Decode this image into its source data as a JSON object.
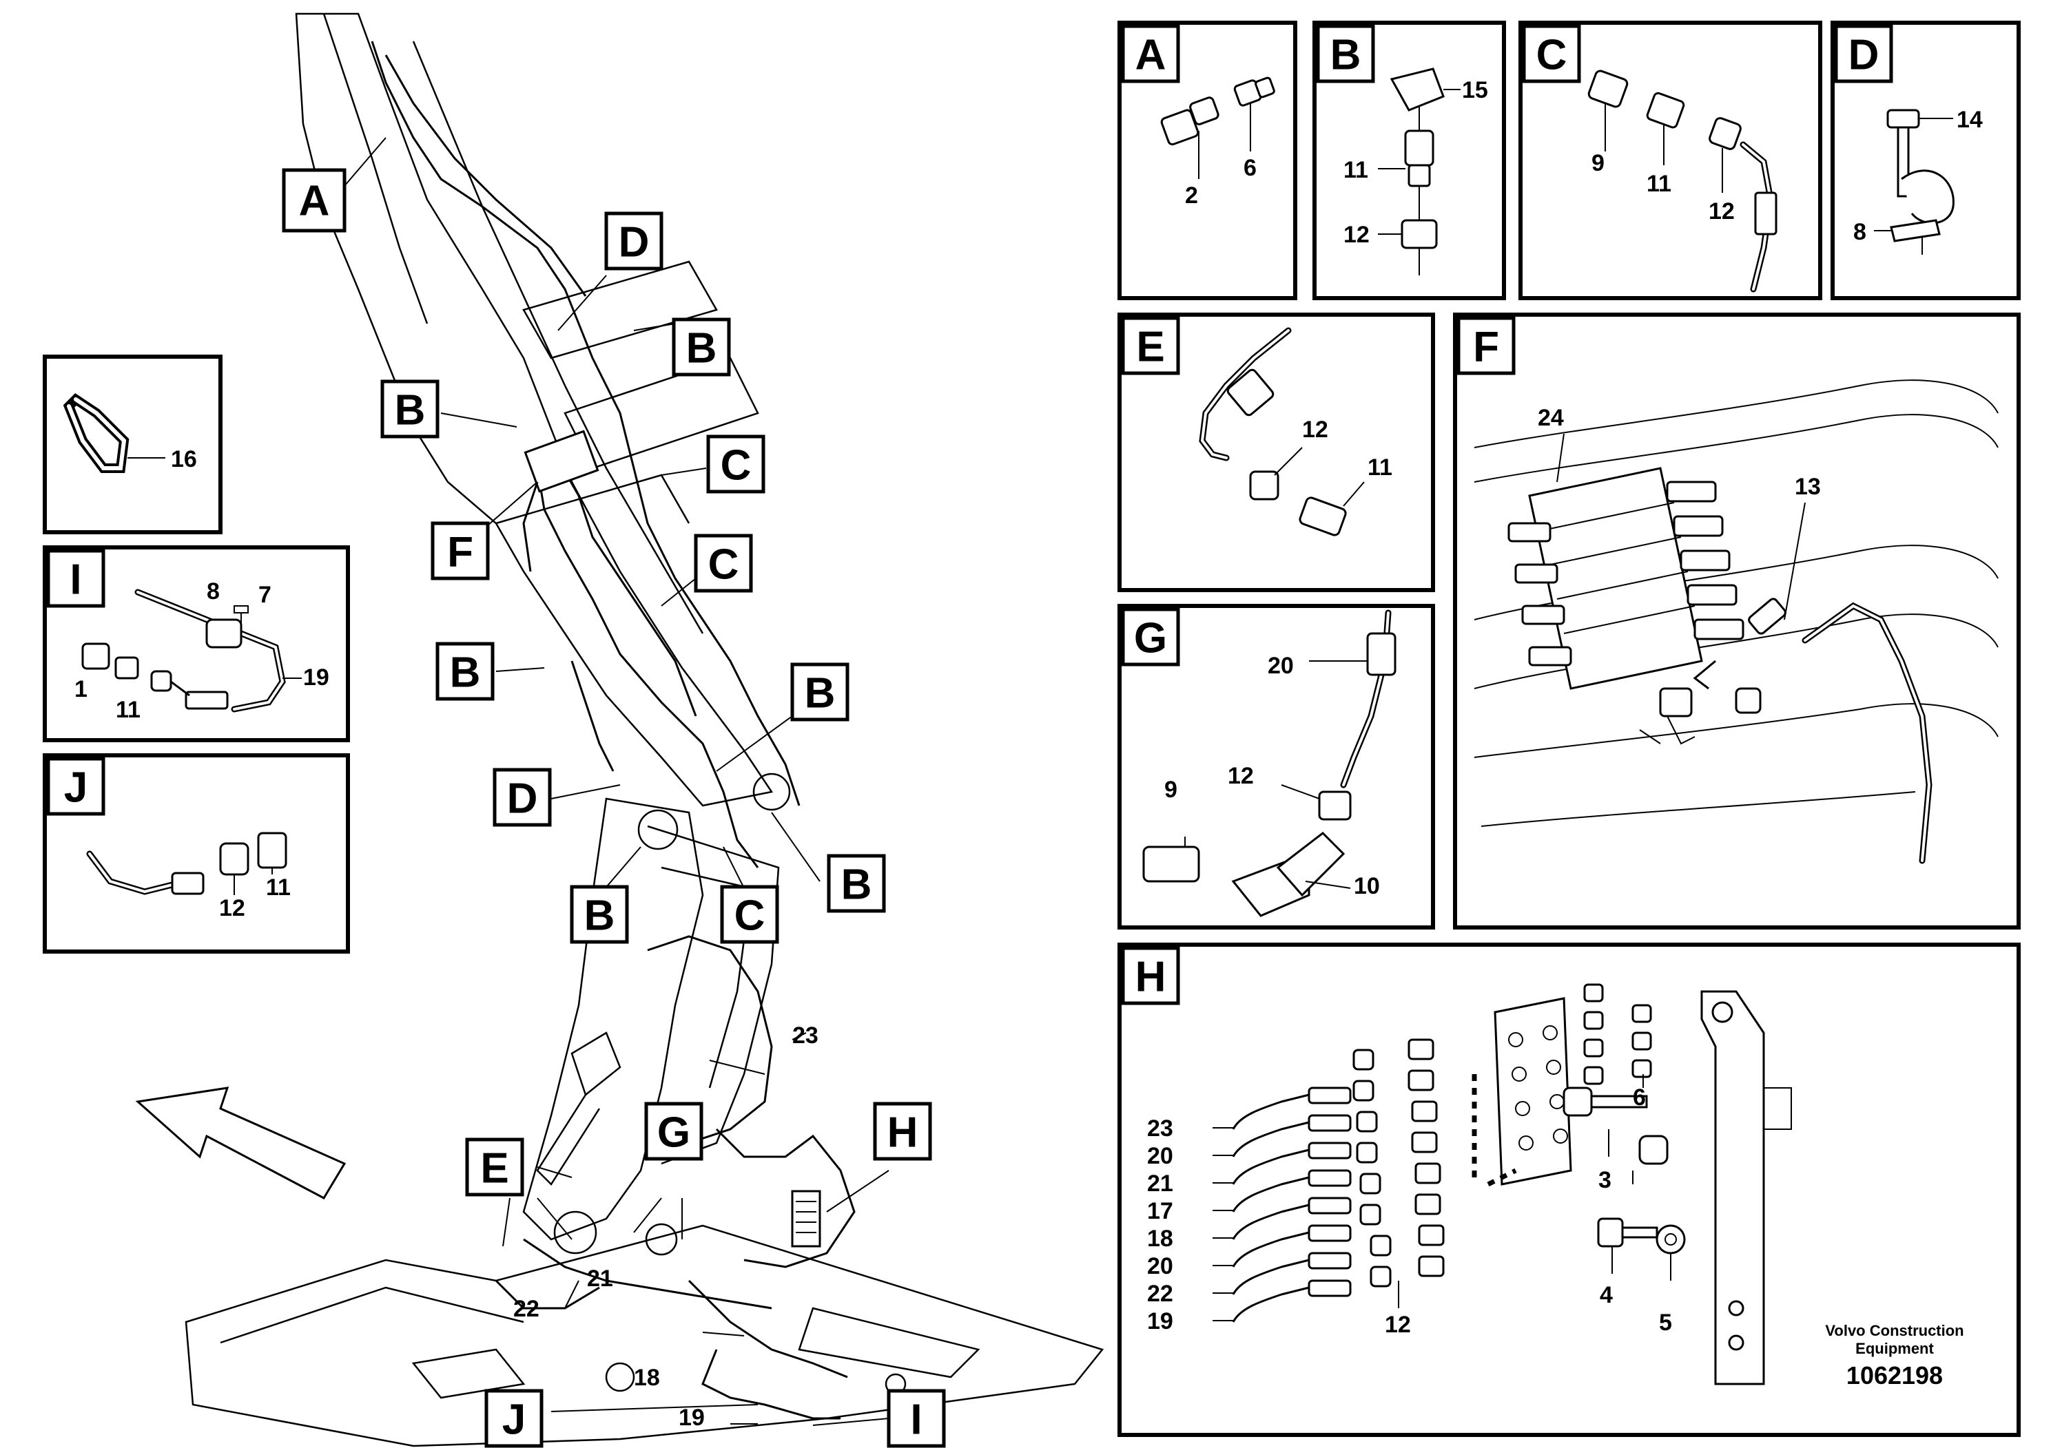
{
  "callouts": [
    "A",
    "B",
    "C",
    "D",
    "E",
    "F",
    "G",
    "H",
    "I",
    "J"
  ],
  "panels": {
    "A": {
      "tag": "A",
      "parts": [
        "2",
        "6"
      ]
    },
    "B": {
      "tag": "B",
      "parts": [
        "15",
        "11",
        "12"
      ]
    },
    "C": {
      "tag": "C",
      "parts": [
        "9",
        "11",
        "12"
      ]
    },
    "D": {
      "tag": "D",
      "parts": [
        "14",
        "8"
      ]
    },
    "E": {
      "tag": "E",
      "parts": [
        "12",
        "11"
      ]
    },
    "F": {
      "tag": "F",
      "parts": [
        "24",
        "13"
      ]
    },
    "G": {
      "tag": "G",
      "parts": [
        "20",
        "9",
        "12",
        "10"
      ]
    },
    "H": {
      "tag": "H",
      "parts": [
        "23",
        "20",
        "21",
        "17",
        "18",
        "20",
        "22",
        "19",
        "12",
        "3",
        "6",
        "4",
        "5"
      ]
    },
    "I": {
      "tag": "I",
      "parts": [
        "8",
        "7",
        "1",
        "11",
        "19"
      ]
    },
    "J": {
      "tag": "J",
      "parts": [
        "12",
        "11"
      ]
    },
    "strap": {
      "parts": [
        "16"
      ]
    }
  },
  "main_labels": [
    "23",
    "21",
    "22",
    "18",
    "19"
  ],
  "footer": {
    "brand_line1": "Volvo Construction",
    "brand_line2": "Equipment",
    "doc_number": "1062198"
  }
}
